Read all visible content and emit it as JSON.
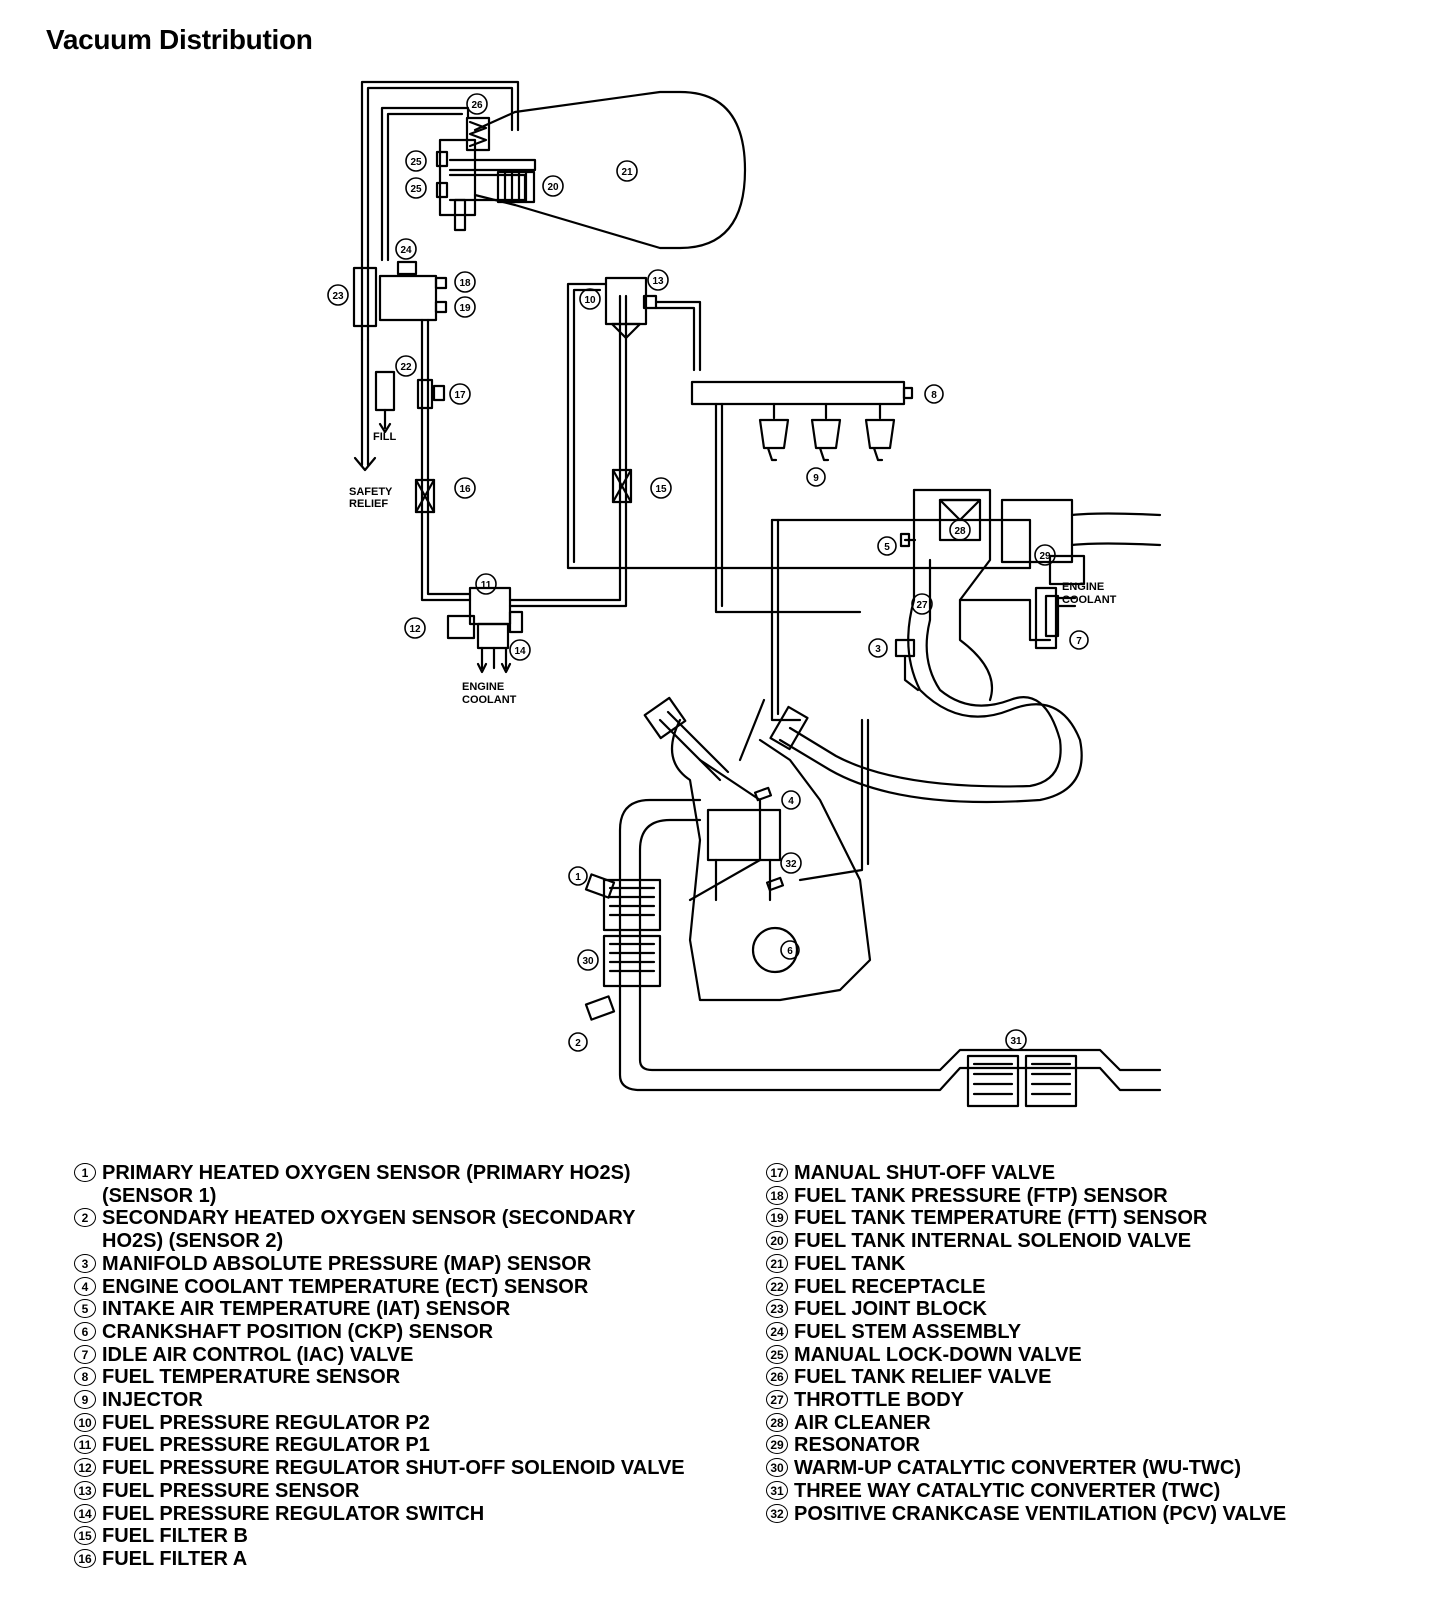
{
  "title": "Vacuum Distribution",
  "diagram_labels": {
    "fill": "FILL",
    "safety_relief_1": "SAFETY",
    "safety_relief_2": "RELIEF",
    "engine_coolant_1": "ENGINE",
    "engine_coolant_2": "COOLANT"
  },
  "callouts": [
    "1",
    "2",
    "3",
    "4",
    "5",
    "6",
    "7",
    "8",
    "9",
    "10",
    "11",
    "12",
    "13",
    "14",
    "15",
    "16",
    "17",
    "18",
    "19",
    "20",
    "21",
    "22",
    "23",
    "24",
    "25",
    "26",
    "27",
    "28",
    "29",
    "30",
    "31",
    "32"
  ],
  "legend_left": [
    {
      "num": "1",
      "text": "PRIMARY HEATED OXYGEN SENSOR (PRIMARY HO2S) (SENSOR 1)"
    },
    {
      "num": "2",
      "text": "SECONDARY HEATED OXYGEN SENSOR (SECONDARY HO2S) (SENSOR 2)"
    },
    {
      "num": "3",
      "text": "MANIFOLD ABSOLUTE PRESSURE (MAP) SENSOR"
    },
    {
      "num": "4",
      "text": "ENGINE COOLANT TEMPERATURE (ECT) SENSOR"
    },
    {
      "num": "5",
      "text": "INTAKE AIR TEMPERATURE (IAT) SENSOR"
    },
    {
      "num": "6",
      "text": "CRANKSHAFT POSITION (CKP) SENSOR"
    },
    {
      "num": "7",
      "text": "IDLE AIR CONTROL (IAC) VALVE"
    },
    {
      "num": "8",
      "text": "FUEL TEMPERATURE SENSOR"
    },
    {
      "num": "9",
      "text": "INJECTOR"
    },
    {
      "num": "10",
      "text": "FUEL PRESSURE REGULATOR P2"
    },
    {
      "num": "11",
      "text": "FUEL PRESSURE REGULATOR P1"
    },
    {
      "num": "12",
      "text": "FUEL PRESSURE REGULATOR SHUT-OFF SOLENOID VALVE"
    },
    {
      "num": "13",
      "text": "FUEL PRESSURE SENSOR"
    },
    {
      "num": "14",
      "text": "FUEL PRESSURE REGULATOR SWITCH"
    },
    {
      "num": "15",
      "text": "FUEL FILTER B"
    },
    {
      "num": "16",
      "text": "FUEL FILTER A"
    }
  ],
  "legend_right": [
    {
      "num": "17",
      "text": "MANUAL SHUT-OFF VALVE"
    },
    {
      "num": "18",
      "text": "FUEL TANK PRESSURE (FTP) SENSOR"
    },
    {
      "num": "19",
      "text": "FUEL TANK TEMPERATURE (FTT) SENSOR"
    },
    {
      "num": "20",
      "text": "FUEL TANK INTERNAL SOLENOID VALVE"
    },
    {
      "num": "21",
      "text": "FUEL TANK"
    },
    {
      "num": "22",
      "text": "FUEL RECEPTACLE"
    },
    {
      "num": "23",
      "text": "FUEL JOINT BLOCK"
    },
    {
      "num": "24",
      "text": "FUEL STEM ASSEMBLY"
    },
    {
      "num": "25",
      "text": "MANUAL LOCK-DOWN VALVE"
    },
    {
      "num": "26",
      "text": "FUEL TANK RELIEF VALVE"
    },
    {
      "num": "27",
      "text": "THROTTLE BODY"
    },
    {
      "num": "28",
      "text": "AIR CLEANER"
    },
    {
      "num": "29",
      "text": "RESONATOR"
    },
    {
      "num": "30",
      "text": "WARM-UP CATALYTIC CONVERTER (WU-TWC)"
    },
    {
      "num": "31",
      "text": "THREE WAY CATALYTIC CONVERTER (TWC)"
    },
    {
      "num": "32",
      "text": "POSITIVE CRANKCASE VENTILATION (PCV) VALVE"
    }
  ]
}
